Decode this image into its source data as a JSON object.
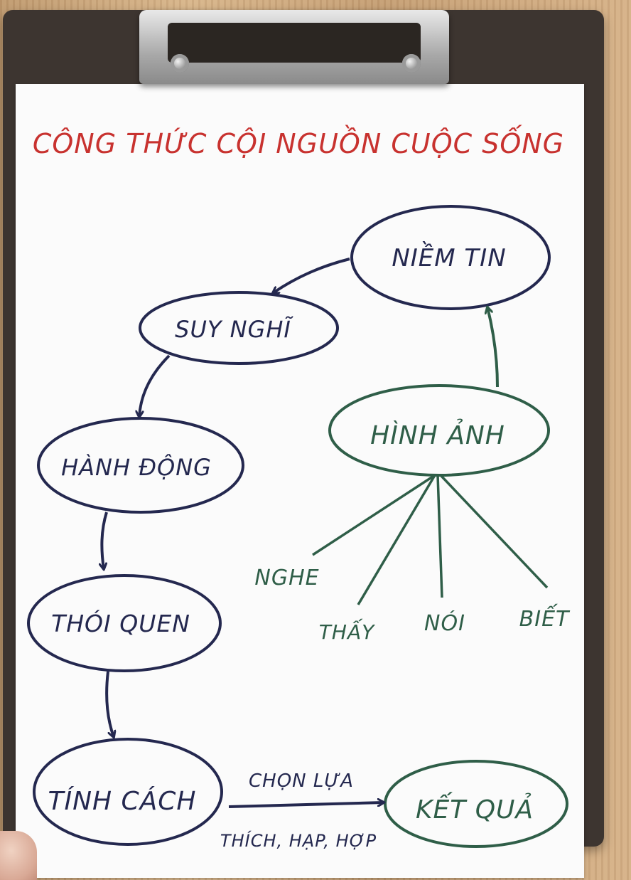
{
  "title": "CÔNG THỨC CỘI NGUỒN CUỘC SỐNG",
  "nodes": {
    "niem_tin": "NIỀM TIN",
    "suy_nghi": "SUY NGHĨ",
    "hanh_dong": "HÀNH ĐỘNG",
    "thoi_quen": "THÓI QUEN",
    "tinh_cach": "TÍNH CÁCH",
    "hinh_anh": "HÌNH ẢNH",
    "ket_qua": "KẾT QUẢ"
  },
  "senses": {
    "nghe": "NGHE",
    "thay": "THẤY",
    "noi": "NÓI",
    "biet": "BIẾT"
  },
  "edge_labels": {
    "top": "CHỌN LỰA",
    "bottom": "THÍCH, HẠP, HỢP"
  },
  "colors": {
    "title": "#c8322f",
    "navy": "#24284f",
    "green": "#2f5e48"
  }
}
